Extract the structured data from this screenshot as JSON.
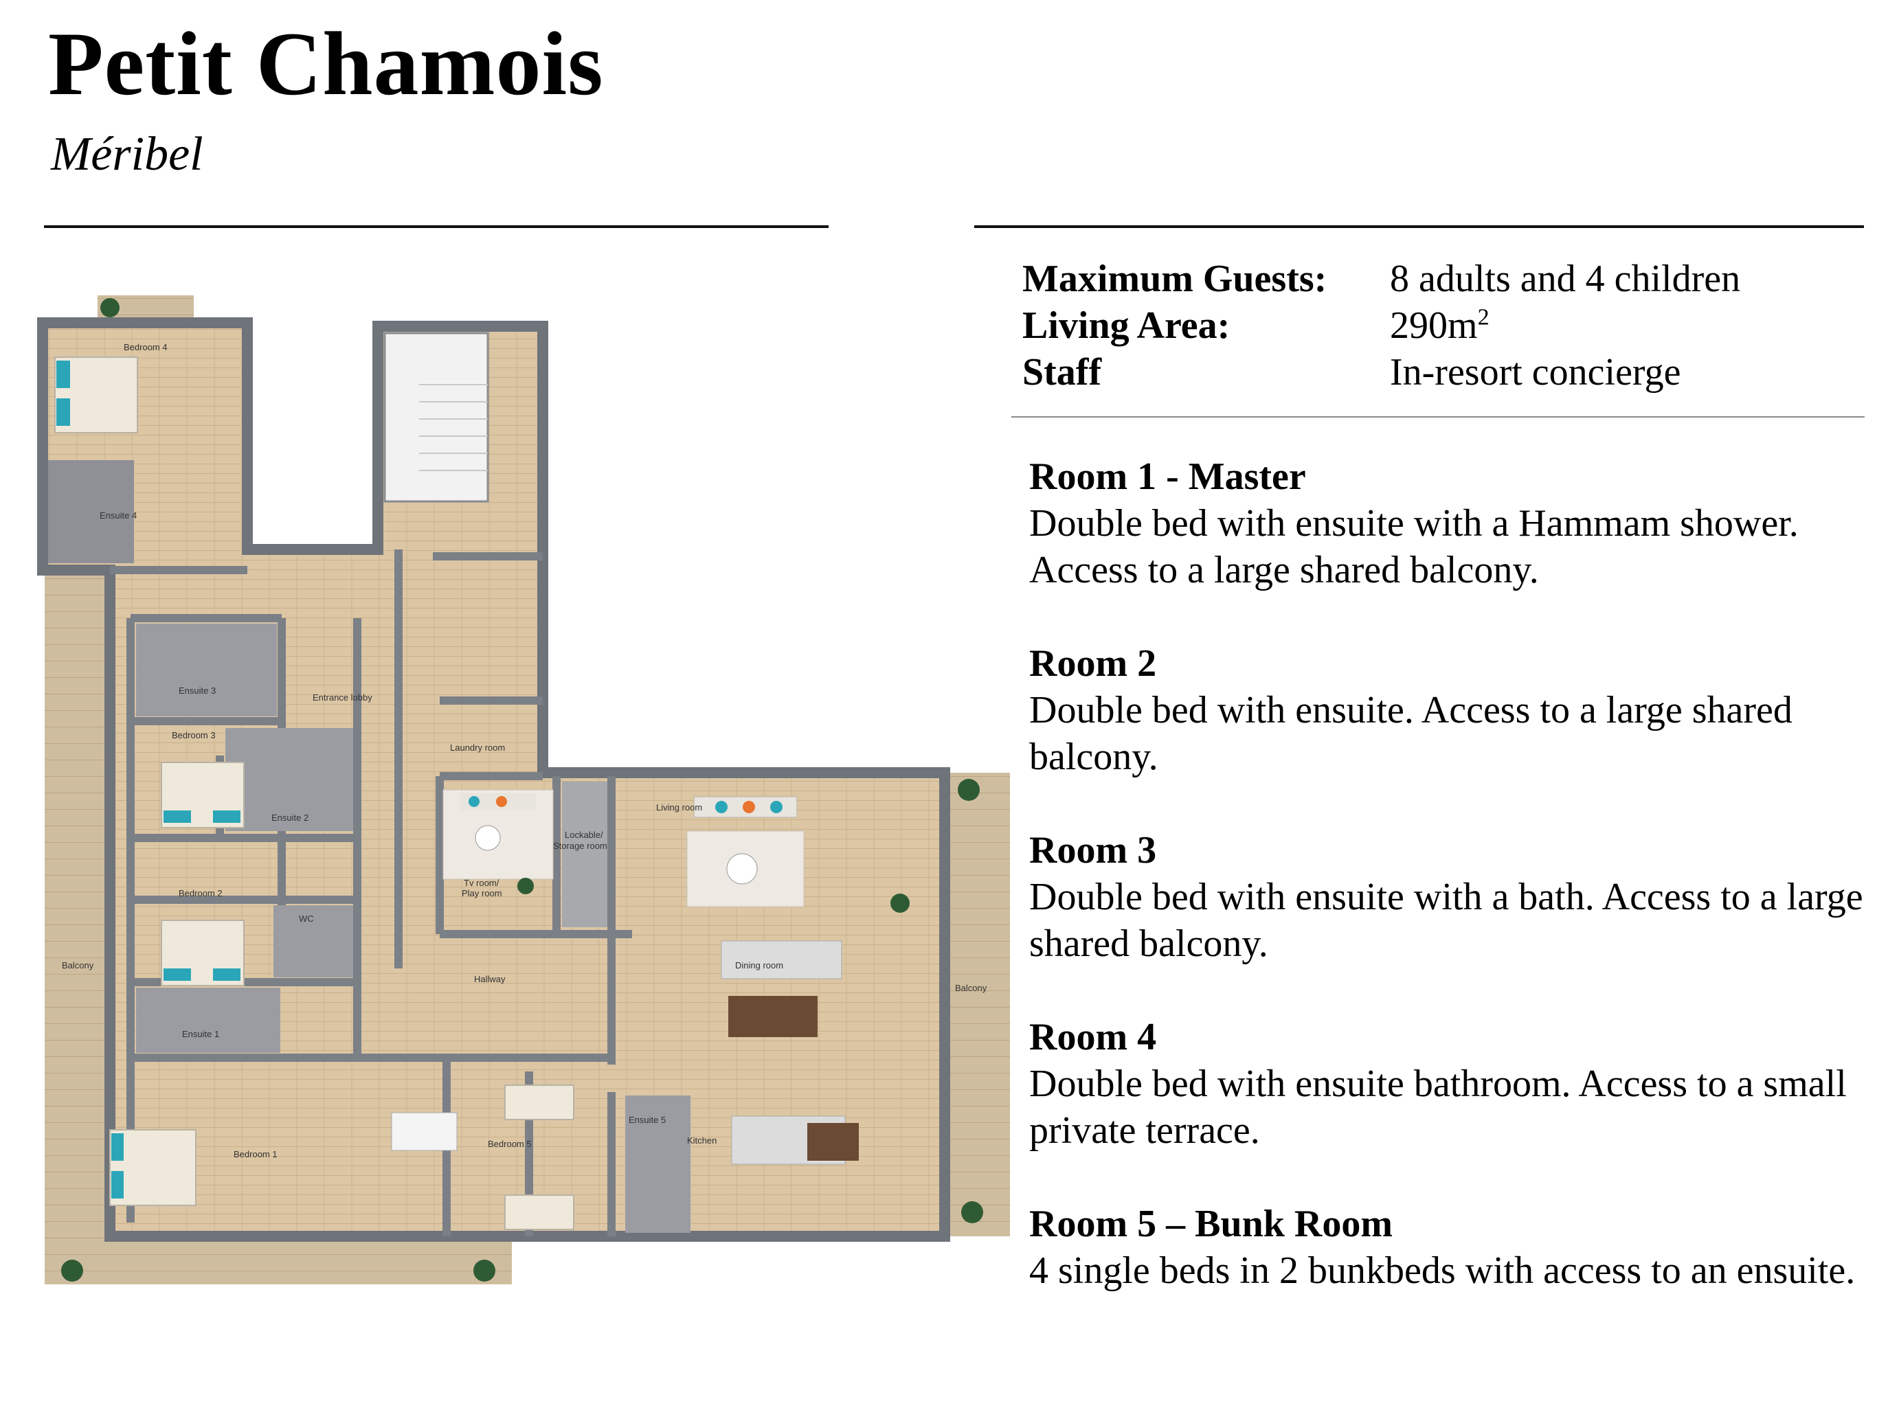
{
  "header": {
    "title": "Petit Chamois",
    "subtitle": "Méribel"
  },
  "facts": {
    "rows": [
      {
        "label": "Maximum Guests:",
        "value": "8 adults and 4 children",
        "sup": ""
      },
      {
        "label": "Living Area:",
        "value": "290m",
        "sup": "2"
      },
      {
        "label": "Staff",
        "value": "In-resort concierge",
        "sup": ""
      }
    ]
  },
  "rooms": [
    {
      "title": "Room 1 - Master",
      "text": "Double bed with ensuite with a Hammam shower. Access to a large shared balcony."
    },
    {
      "title": "Room 2",
      "text": "Double bed with ensuite. Access to a large shared balcony."
    },
    {
      "title": "Room 3",
      "text": "Double bed with ensuite with a bath. Access to a large shared balcony."
    },
    {
      "title": "Room 4",
      "text": "Double bed with ensuite bathroom. Access to a small private terrace."
    },
    {
      "title": "Room 5 – Bunk Room",
      "text": "4 single beds in 2 bunkbeds with access to an ensuite."
    }
  ],
  "floorplan": {
    "labels": {
      "bedroom4": "Bedroom 4",
      "ensuite4": "Ensuite 4",
      "entrance": "Entrance lobby",
      "ensuite3": "Ensuite 3",
      "bedroom3": "Bedroom 3",
      "laundry": "Laundry room",
      "ensuite2": "Ensuite 2",
      "bedroom2": "Bedroom 2",
      "wc": "WC",
      "tvroom1": "Tv room/",
      "tvroom2": "Play room",
      "storage1": "Lockable/",
      "storage2": "Storage room",
      "living": "Living room",
      "dining": "Dining room",
      "hallway": "Hallway",
      "balcony_left": "Balcony",
      "balcony_right": "Balcony",
      "ensuite1": "Ensuite 1",
      "bedroom1": "Bedroom 1",
      "bedroom5": "Bedroom 5",
      "ensuite5": "Ensuite 5",
      "kitchen": "Kitchen"
    }
  },
  "colors": {
    "wall": "#7b7f86",
    "floor": "#d9c3a0",
    "balcony": "#cdb99a",
    "tile": "#8e9096",
    "accent_teal": "#2aa6b8"
  }
}
